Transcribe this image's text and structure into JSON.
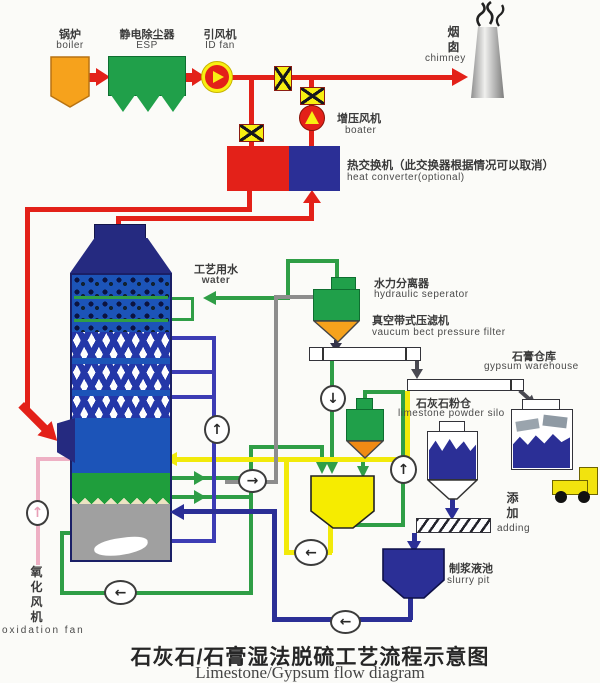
{
  "title": {
    "zh": "石灰石/石膏湿法脱硫工艺流程示意图",
    "en": "Limestone/Gypsum flow diagram"
  },
  "equipment": {
    "boiler": {
      "zh": "锅炉",
      "en": "boiler"
    },
    "esp": {
      "zh": "静电除尘器",
      "en": "ESP"
    },
    "id_fan": {
      "zh": "引风机",
      "en": "ID fan"
    },
    "chimney": {
      "zh": "烟囱",
      "en": "chimney"
    },
    "booster_fan": {
      "zh": "增压风机",
      "en": "boater"
    },
    "heat_exchanger": {
      "zh": "热交换机（此交换器根据情况可以取消）",
      "en": "heat converter(optional)"
    },
    "process_water": {
      "zh": "工艺用水",
      "en": "water"
    },
    "hydraulic_separator": {
      "zh": "水力分离器",
      "en": "hydraulic seperator"
    },
    "vacuum_belt_filter": {
      "zh": "真空带式压滤机",
      "en": "vaucum bect pressure filter"
    },
    "gypsum_warehouse": {
      "zh": "石膏仓库",
      "en": "gypsum warehouse"
    },
    "limestone_powder_silo": {
      "zh": "石灰石粉仓",
      "en": "limestone powder silo"
    },
    "adding": {
      "zh": "添加",
      "en": "adding"
    },
    "slurry_pit": {
      "zh": "制浆液池",
      "en": "slurry pit"
    },
    "oxidation_fan": {
      "zh": "氧化风机",
      "en": "oxidation fan"
    }
  },
  "icons": {
    "pump_up": "↑",
    "pump_down": "↓",
    "pump_left": "←",
    "pump_right": "→"
  },
  "colors": {
    "flue_gas_red": "#e32119",
    "slurry_green": "#2f9e46",
    "return_yellow": "#f2ea0a",
    "limestone_navy": "#2b2f96",
    "bleed_gray": "#8d8d8d",
    "air_pink": "#eeb0c4",
    "boiler_orange": "#f6a21c",
    "esp_green": "#20a04a",
    "tower_blue": "#1c54b8"
  }
}
